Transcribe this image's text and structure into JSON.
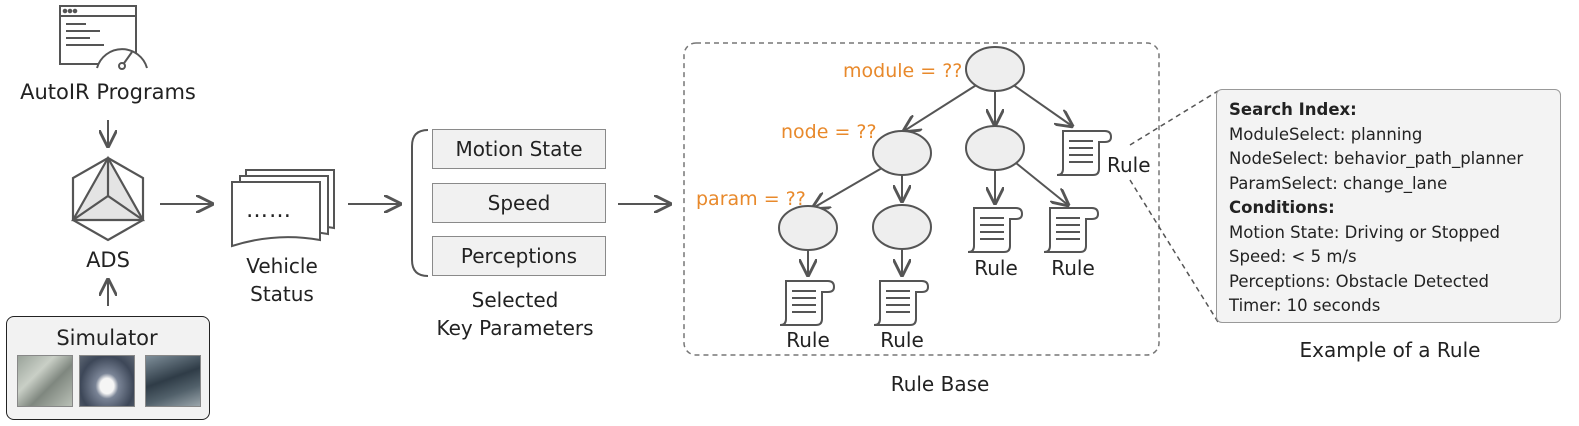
{
  "programs": {
    "label": "AutoIR Programs"
  },
  "ads": {
    "label": "ADS"
  },
  "simulator": {
    "label": "Simulator"
  },
  "vehicle_status": {
    "dots": "……",
    "label_line1": "Vehicle",
    "label_line2": "Status"
  },
  "key_parameters": {
    "items": [
      "Motion State",
      "Speed",
      "Perceptions"
    ],
    "label_line1": "Selected",
    "label_line2": "Key Parameters"
  },
  "rule_base": {
    "label": "Rule Base",
    "module_query": "module = ??",
    "node_query": "node = ??",
    "param_query": "param = ??",
    "rule_label": "Rule"
  },
  "example_rule": {
    "caption": "Example of a Rule",
    "search_index_heading": "Search Index:",
    "search_index": [
      "ModuleSelect: planning",
      "NodeSelect: behavior_path_planner",
      "ParamSelect: change_lane"
    ],
    "conditions_heading": "Conditions:",
    "conditions": [
      "Motion State: Driving or Stopped",
      "Speed: < 5 m/s",
      "Perceptions: Obstacle Detected",
      "Timer: 10 seconds"
    ]
  },
  "colors": {
    "query_text": "#E8892B",
    "line": "#555555",
    "node_fill": "#eeeeee"
  }
}
